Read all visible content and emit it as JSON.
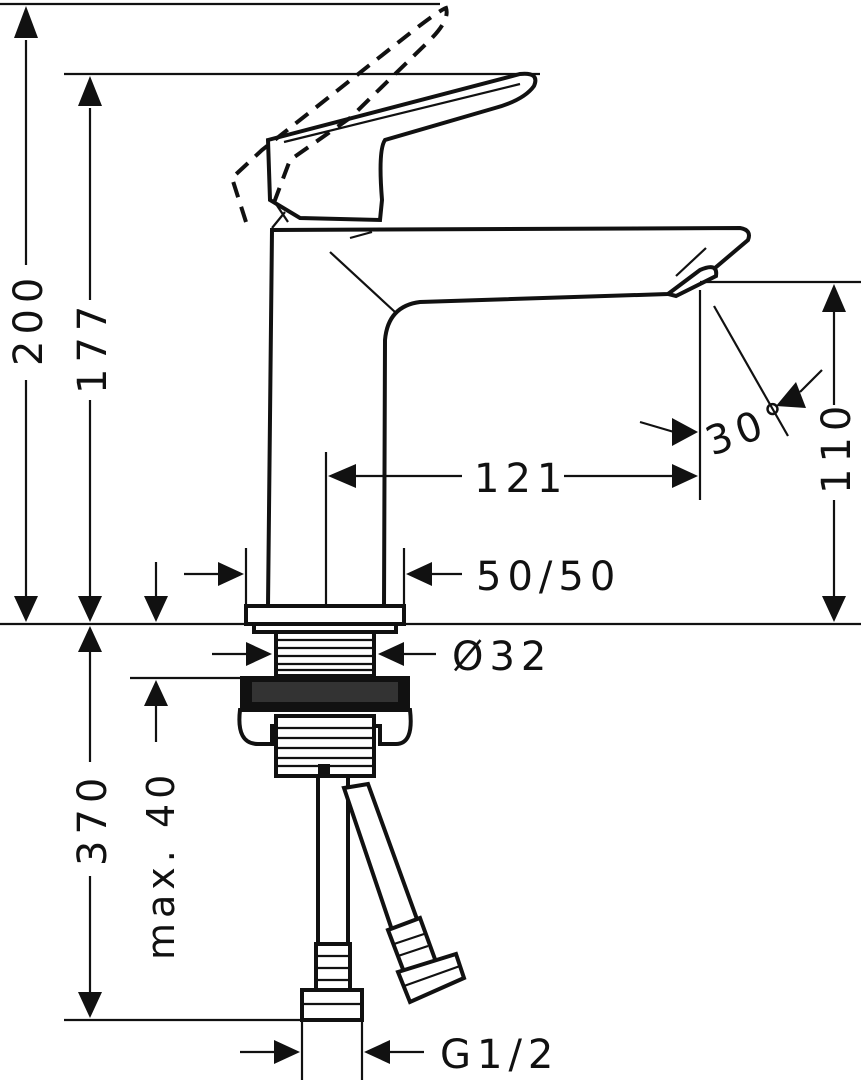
{
  "dimensions": {
    "total_height": "200",
    "handle_height": "177",
    "spout_height": "110",
    "spout_reach": "121",
    "base_offset": "50/50",
    "shank_diameter": "Ø32",
    "below_counter": "370",
    "max_thickness": "max. 40",
    "connection_thread": "G1/2",
    "spray_angle": "30°"
  }
}
